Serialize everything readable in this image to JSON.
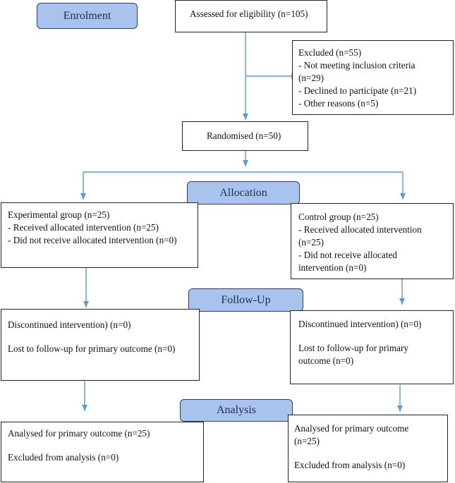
{
  "stages": {
    "enrolment": "Enrolment",
    "allocation": "Allocation",
    "follow_up": "Follow-Up",
    "analysis": "Analysis"
  },
  "assessed": "Assessed for eligibility (n=105)",
  "excluded": {
    "title": "Excluded (n=55)",
    "lines": [
      "- Not meeting inclusion criteria",
      "(n=29)",
      "- Declined to participate (n=21)",
      "- Other reasons (n=5)"
    ]
  },
  "randomised": "Randomised (n=50)",
  "experimental": {
    "title": "Experimental group (n=25)",
    "lines": [
      "- Received allocated intervention (n=25)",
      "- Did not receive allocated intervention (n=0)"
    ]
  },
  "control": {
    "title": "Control group (n=25)",
    "lines": [
      "- Received allocated intervention",
      "(n=25)",
      "- Did not receive allocated",
      "intervention (n=0)"
    ]
  },
  "followup_left": {
    "discontinued": "Discontinued intervention) (n=0)",
    "lost": "Lost to follow-up for primary outcome (n=0)"
  },
  "followup_right": {
    "discontinued": "Discontinued intervention) (n=0)",
    "lost_1": "Lost to follow-up for primary",
    "lost_2": "outcome  (n=0)"
  },
  "analysis_left": {
    "analysed": "Analysed for primary outcome (n=25)",
    "excluded": "Excluded from analysis (n=0)"
  },
  "analysis_right": {
    "analysed_1": "Analysed for primary outcome",
    "analysed_2": "(n=25)",
    "excluded": "Excluded from analysis (n=0)"
  },
  "colors": {
    "stage_fill": "#a9c3ef",
    "arrow": "#5b9bd5"
  }
}
